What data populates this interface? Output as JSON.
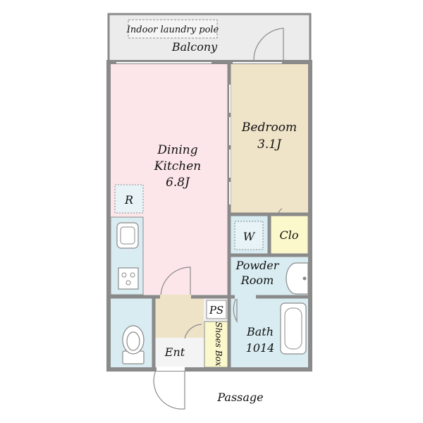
{
  "colors": {
    "dining": "#fde6ea",
    "bedroom": "#efe3c8",
    "wet": "#d8ecf2",
    "closet": "#fbf8cc",
    "entrance": "#eee2c7",
    "balcony": "#ececec",
    "wall": "#8a8a8a"
  },
  "rooms": {
    "balcony": {
      "pole_label": "Indoor laundry pole",
      "label": "Balcony"
    },
    "dining": {
      "line1": "Dining",
      "line2": "Kitchen",
      "line3": "6.8J"
    },
    "bedroom": {
      "line1": "Bedroom",
      "line2": "3.1J"
    },
    "fridge": {
      "label": "R"
    },
    "washer": {
      "label": "W"
    },
    "closet": {
      "label": "Clo"
    },
    "powder": {
      "line1": "Powder",
      "line2": "Room"
    },
    "pipe_space": {
      "label": "PS"
    },
    "bath": {
      "line1": "Bath",
      "line2": "1014"
    },
    "shoes_box": {
      "label": "Shoes Box"
    },
    "entrance": {
      "label": "Ent"
    },
    "passage": {
      "label": "Passage"
    }
  }
}
